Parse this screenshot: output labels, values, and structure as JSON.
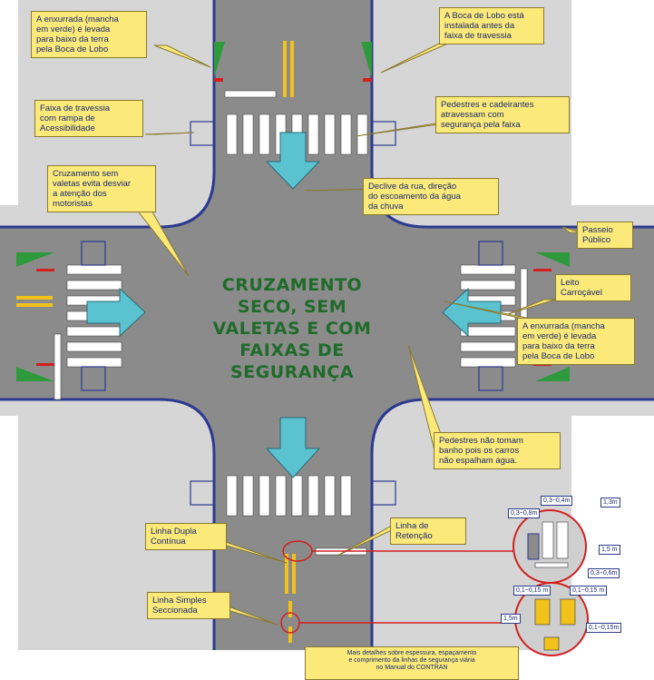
{
  "title_lines": [
    "CRUZAMENTO",
    "SECO, SEM",
    "VALETAS E COM",
    "FAIXAS DE",
    "SEGURANÇA"
  ],
  "callouts": {
    "enxurrada_top": "A enxurrada (mancha\nem verde) é levada\npara baixo da terra\npela Boca de Lobo",
    "boca_lobo": "A Boca de Lobo está\ninstalada antes da\nfaixa de travessia",
    "faixa_travessia": "Faixa de travessia\ncom rampa de\nAcessibilidade",
    "pedestres_cadeirantes": "Pedestres e cadeirantes\natravessam com\nsegurança pela faixa",
    "cruzamento_sem_valetas": "Cruzamento sem\nvaletas evita desviar\na atenção dos\nmotoristas",
    "declive": "Declive da rua, direção\ndo escoamento da água\nda chuva",
    "passeio": "Passeio\nPúblico",
    "leito": "Leito\nCarroçável",
    "enxurrada_right": "A enxurrada (mancha\nem verde) é levada\npara baixo da terra\npela Boca de Lobo",
    "pedestres_banho": "Pedestres não tomam\nbanho pois os carros\nnão espalham água.",
    "linha_retencao": "Linha de\nRetenção",
    "linha_dupla": "Linha Dupla\nContínua",
    "linha_simples": "Linha Simples\nSeccionada",
    "mais_detalhes": "Mais detalhes sobre espessura, espaçamento\ne comprimento da linhas de segurança viária\nno Manual do CONTRAN"
  },
  "dimensions": {
    "d1": "0,3~0,8m",
    "d2": "0,3~0,4m",
    "d3": "1,3m",
    "d4": "1,5 m",
    "d5": "0,3~0,6m",
    "d6": "0,1~0,15 m",
    "d7": "0,1~0,15 m",
    "d8": "1,5m",
    "d9": "0,1~0,15m"
  },
  "colors": {
    "road": "#8b8b8b",
    "sidewalk": "#cfcfcf",
    "arrow": "#5bc3cf",
    "curb": "#2b3a8f",
    "runoff": "#2e9a3c",
    "lane_line": "#f2c21b",
    "title": "#1f6b2a",
    "callout": "#fbe97a",
    "leader": "#d22020"
  }
}
